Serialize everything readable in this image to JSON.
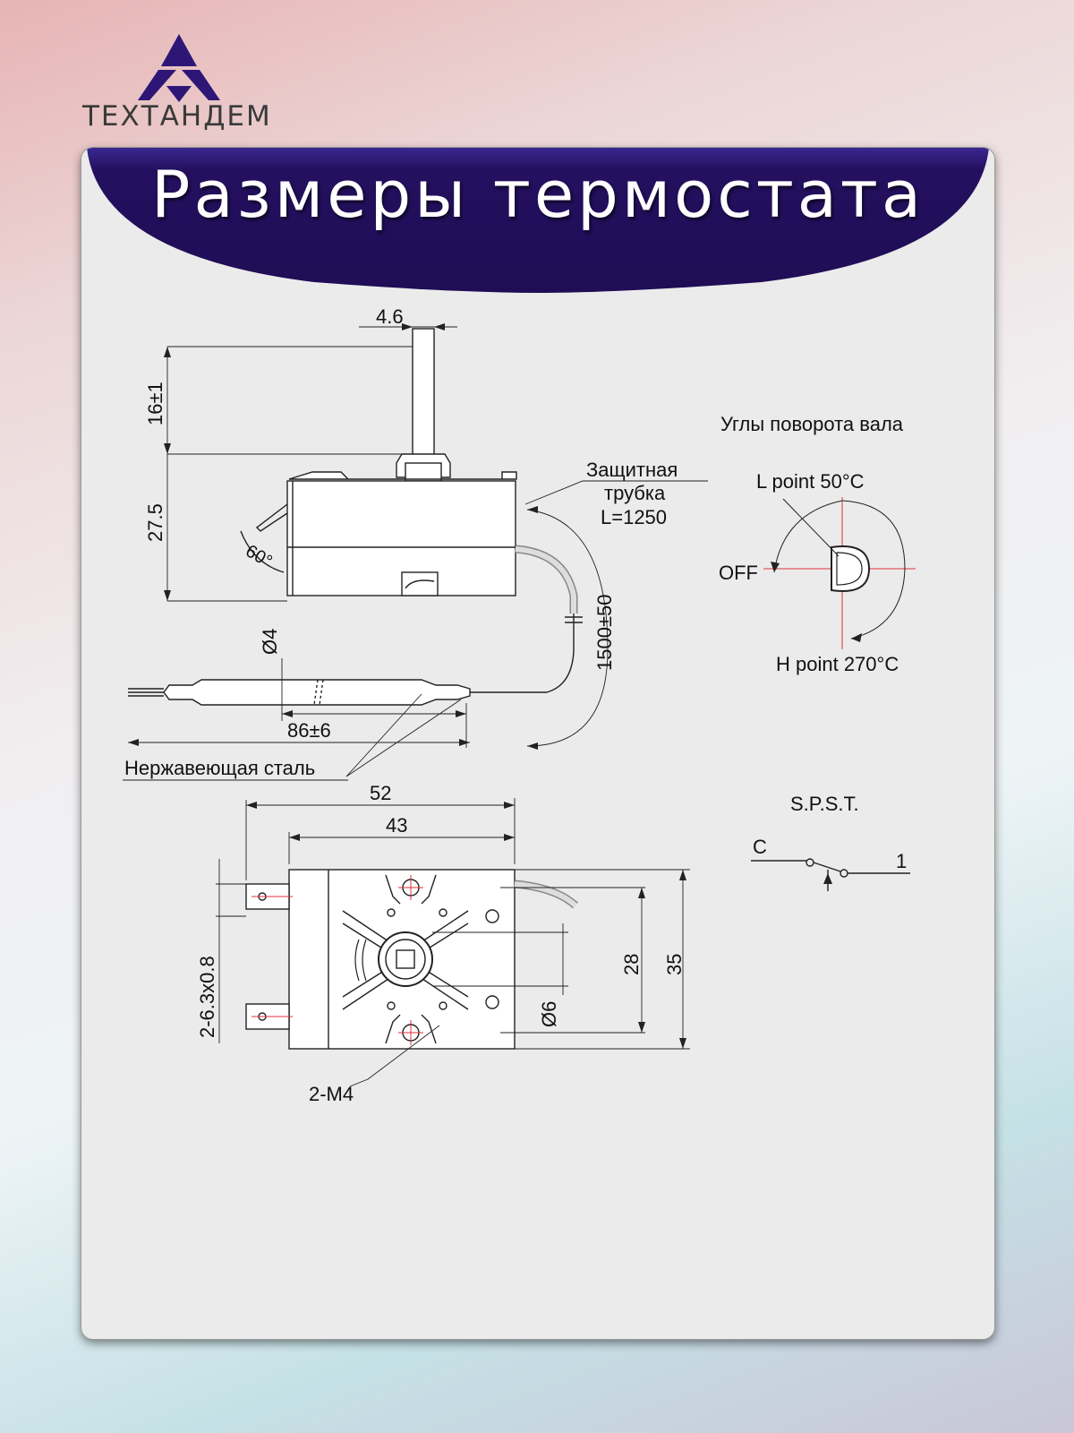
{
  "brand": {
    "name": "ТЕХТАНДЕМ"
  },
  "header": {
    "title": "Размеры термостата"
  },
  "colors": {
    "banner": "#24105f",
    "logo": "#2e1677",
    "axis_red": "#e0303a"
  },
  "side_view": {
    "shaft_width": "4.6",
    "shaft_height": "16±1",
    "body_height": "27.5",
    "angle": "60°",
    "tube_label_1": "Защитная",
    "tube_label_2": "трубка",
    "tube_label_3": "L=1250",
    "capillary_length": "1500±50",
    "bulb_diameter": "Ø4",
    "bulb_length": "86±6",
    "material": "Нержавеющая сталь"
  },
  "rotation": {
    "title": "Углы поворота вала",
    "l_point": "L point 50°C",
    "off": "OFF",
    "h_point": "H point 270°C"
  },
  "front_view": {
    "width_total": "52",
    "width_body": "43",
    "terminals": "2-6.3x0.8",
    "mount_holes": "2-M4",
    "shaft_diameter": "Ø6",
    "hole_spacing": "28",
    "height": "35"
  },
  "schematic": {
    "title": "S.P.S.T.",
    "common": "C",
    "contact": "1"
  }
}
